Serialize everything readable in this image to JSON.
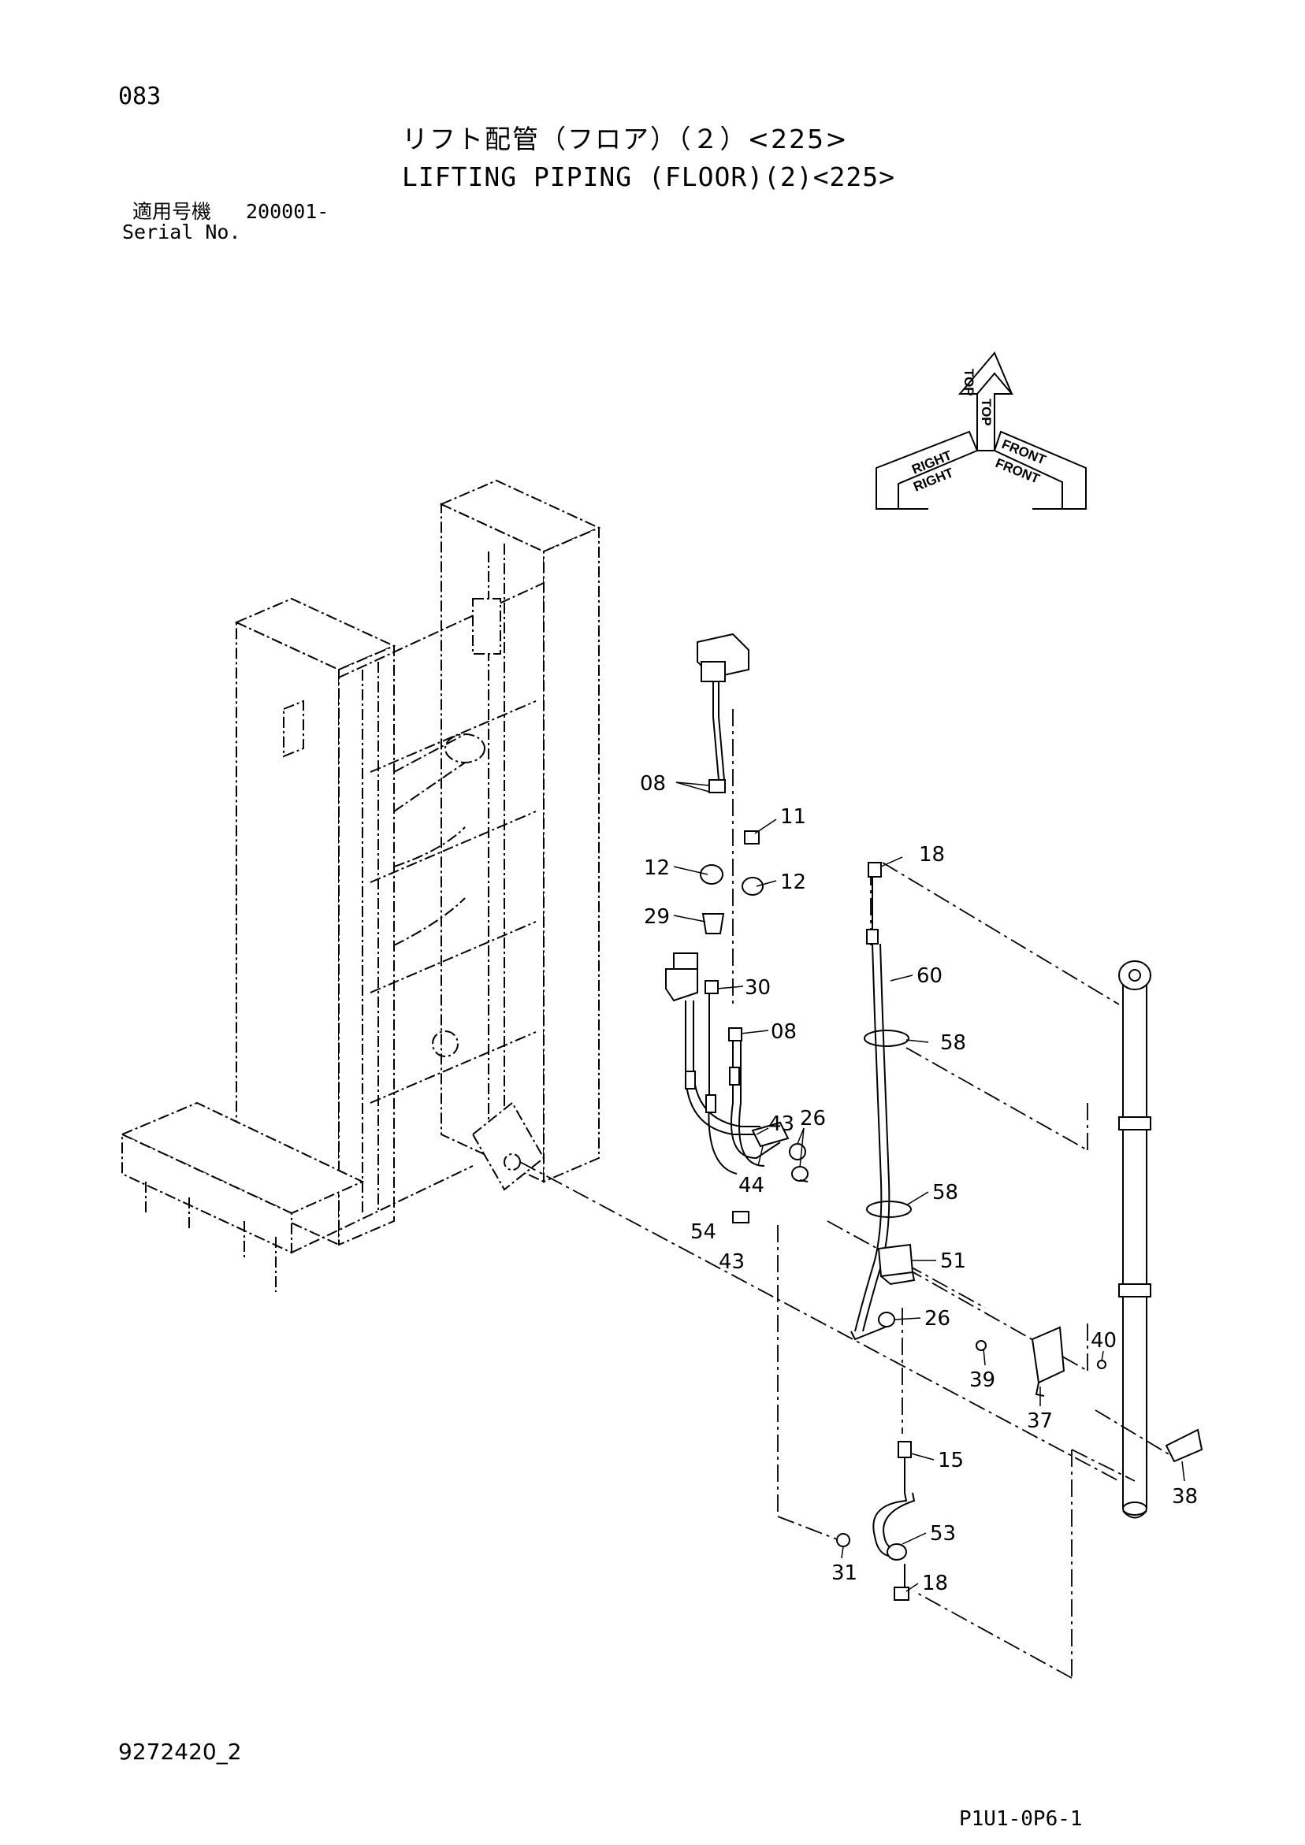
{
  "header": {
    "page_number": "083",
    "title_jp": "リフト配管（フロア）（２）<225>",
    "title_en": "LIFTING PIPING (FLOOR)(2)<225>",
    "serial_label_jp": "適用号機",
    "serial_label_en": "Serial No.",
    "serial_number": "200001-"
  },
  "orientation": {
    "top": "TOP",
    "right": "RIGHT",
    "front": "FRONT"
  },
  "callouts": {
    "c08a": "08",
    "c11": "11",
    "c12a": "12",
    "c12b": "12",
    "c29": "29",
    "c30": "30",
    "c08b": "08",
    "c43a": "43",
    "c26a": "26",
    "c44": "44",
    "c54": "54",
    "c43b": "43",
    "c18a": "18",
    "c60": "60",
    "c58a": "58",
    "c58b": "58",
    "c51": "51",
    "c26b": "26",
    "c40": "40",
    "c39": "39",
    "c37": "37",
    "c38": "38",
    "c15": "15",
    "c53": "53",
    "c31": "31",
    "c18b": "18"
  },
  "footer": {
    "drawing_number": "9272420_2",
    "figure_code": "P1U1-0P6-1"
  }
}
